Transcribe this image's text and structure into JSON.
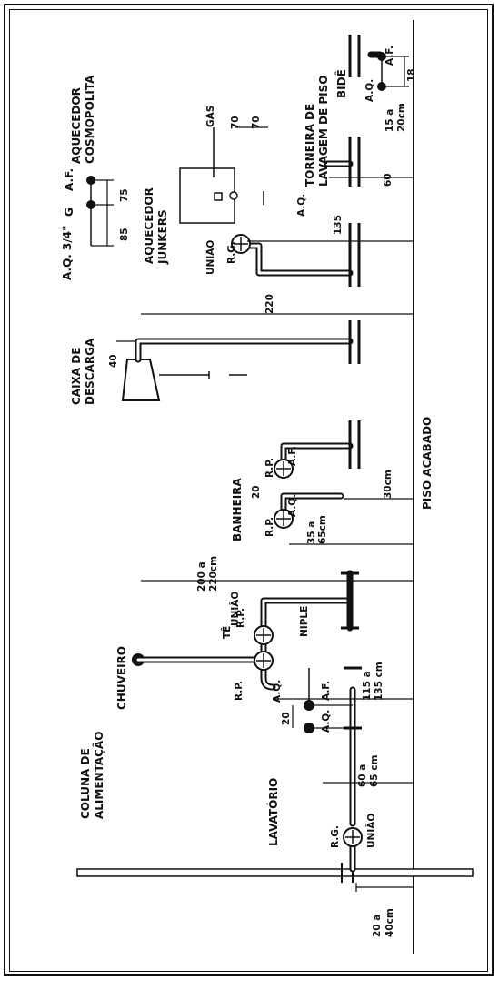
{
  "labels": {
    "coluna": [
      "COLUNA DE",
      "ALIMENTAÇÃO"
    ],
    "lavatorio": "LAVATÓRIO",
    "chuveiro": "CHUVEIRO",
    "banheira": "BANHEIRA",
    "caixa": [
      "CAIXA  DE",
      "DESCARGA"
    ],
    "junkers": [
      "AQUECEDOR",
      "JUNKERS"
    ],
    "cosmopolita": [
      "AQUECEDOR",
      "COSMOPOLITA"
    ],
    "torneira": [
      "TORNEIRA DE",
      "LAVAGEM DE PISO"
    ],
    "bide": "BIDÊ",
    "piso": "PISO    ACABADO",
    "aq34": "A.Q. 3/4\""
  },
  "fittings": {
    "rg": "R.G.",
    "uniao": "UNIÃO",
    "aq": "A.Q.",
    "af": "A.F.",
    "rp": "R.P.",
    "te": "TÊ",
    "niple": "NIPLE",
    "g": "G",
    "gas": "GÁS"
  },
  "dimensions": {
    "coluna": [
      "20 a",
      "40cm"
    ],
    "lavatorio_h": [
      "60 a",
      "65 cm"
    ],
    "lavatorio_sp": "20",
    "chuveiro_valve": [
      "115 a",
      "135 cm"
    ],
    "chuveiro_head": [
      "200 a",
      "220cm"
    ],
    "banheira_valve": [
      "35 a",
      "65cm"
    ],
    "banheira_30": "30cm",
    "banheira_sp": "20",
    "caixa_h": "220",
    "caixa_40": "40",
    "junkers_h": "135",
    "gas_70a": "70",
    "gas_70b": "70",
    "cosmo_75": "75",
    "cosmo_85": "85",
    "torneira_h": "60",
    "bide_h": [
      "15 a",
      "20cm"
    ],
    "bide_18": "18"
  }
}
